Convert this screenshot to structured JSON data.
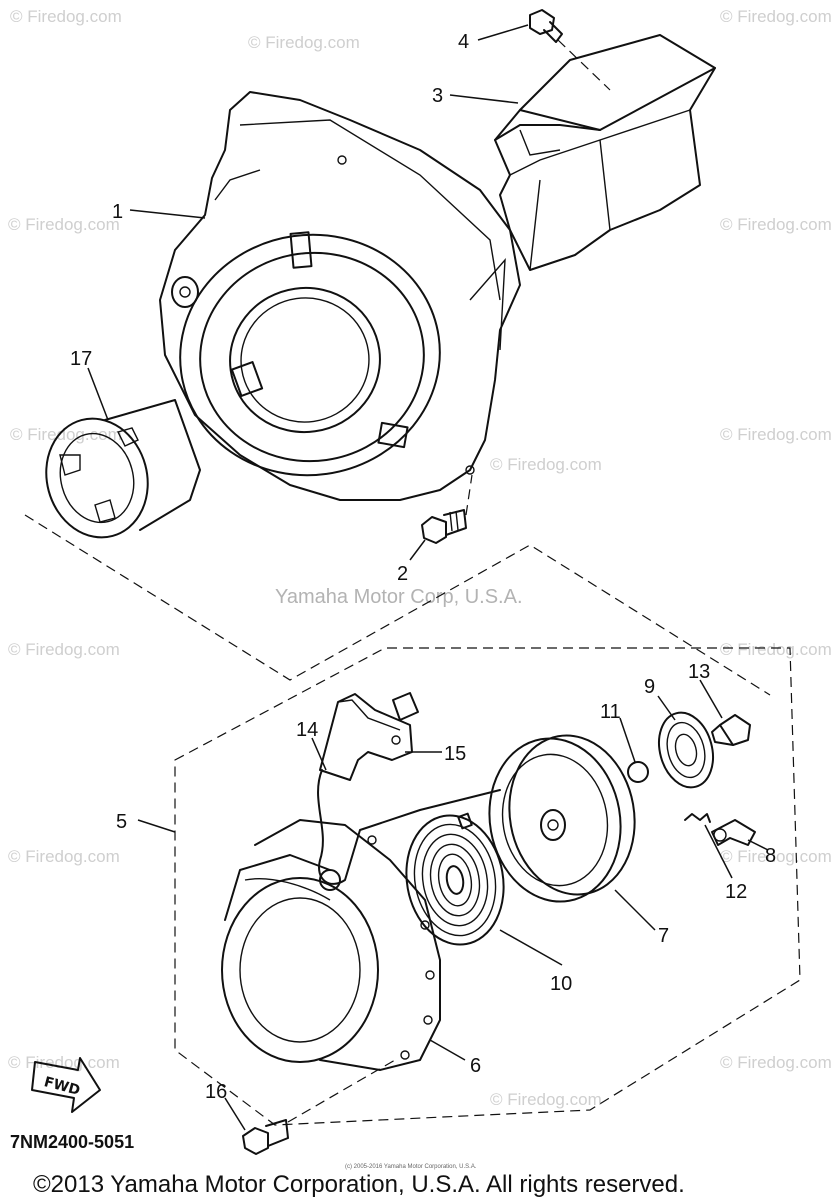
{
  "watermarks": {
    "firedog": "© Firedog.com",
    "corp": "Yamaha Motor Corp, U.S.A."
  },
  "callouts": [
    "1",
    "2",
    "3",
    "4",
    "5",
    "6",
    "7",
    "8",
    "9",
    "10",
    "11",
    "12",
    "13",
    "14",
    "15",
    "16",
    "17"
  ],
  "fwd_label": "FWD",
  "part_number": "7NM2400-5051",
  "copyright": "©2013 Yamaha Motor Corporation, U.S.A. All rights reserved.",
  "tiny_notice": "(c) 2005-2016 Yamaha Motor Corporation, U.S.A."
}
